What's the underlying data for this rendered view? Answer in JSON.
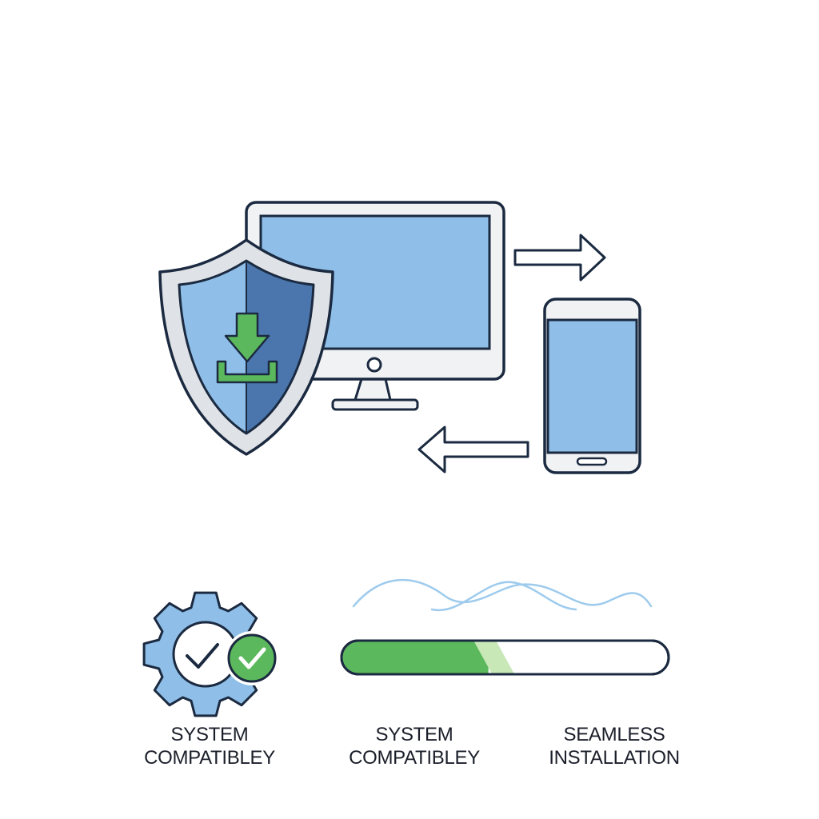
{
  "captions": {
    "left": {
      "line1": "SYSTEM",
      "line2": "COMPATIBLEY"
    },
    "center": {
      "line1": "SYSTEM",
      "line2": "COMPATIBLEY"
    },
    "right": {
      "line1": "SEAMLESS",
      "line2": "INSTALLATION"
    }
  },
  "progress": {
    "fraction": 0.45
  },
  "icons": {
    "shield": "shield-download-icon",
    "monitor": "monitor-icon",
    "phone": "smartphone-icon",
    "sync_right": "arrow-right-icon",
    "sync_left": "arrow-left-icon",
    "gear": "gear-check-icon",
    "wave": "wave-icon"
  },
  "colors": {
    "outline": "#1b2a40",
    "screen_blue": "#8fbfe8",
    "shield_dark": "#4a76ad",
    "gear_blue": "#8fbfe8",
    "accent_green": "#5cb85c",
    "wave_blue": "#9ecbed"
  }
}
